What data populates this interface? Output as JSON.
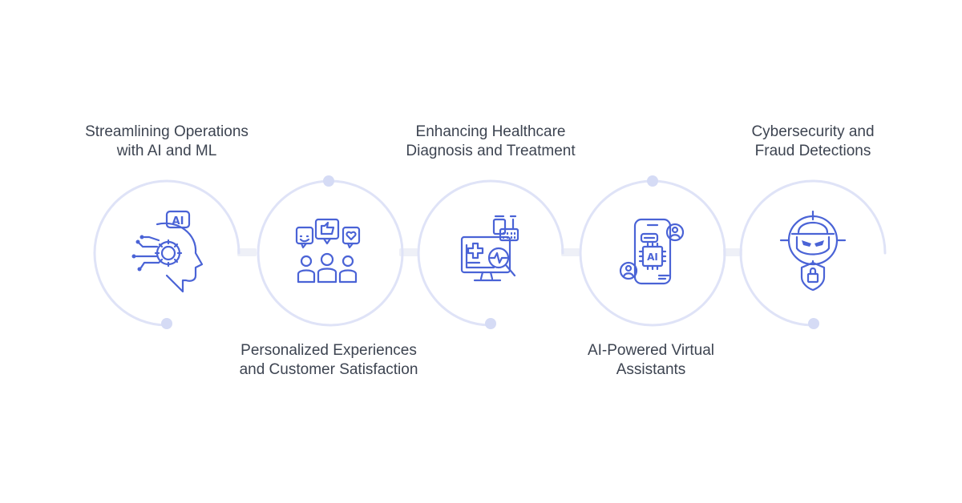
{
  "steps": [
    {
      "line1": "Streamlining Operations",
      "line2": "with AI and ML",
      "icon": "ai-head-gear-icon",
      "label_position": "top"
    },
    {
      "line1": "Personalized Experiences",
      "line2": "and Customer Satisfaction",
      "icon": "people-feedback-icon",
      "label_position": "bottom"
    },
    {
      "line1": "Enhancing Healthcare",
      "line2": "Diagnosis and Treatment",
      "icon": "medical-monitor-icon",
      "label_position": "top"
    },
    {
      "line1": "AI-Powered Virtual",
      "line2": "Assistants",
      "icon": "ai-phone-assistant-icon",
      "label_position": "bottom"
    },
    {
      "line1": "Cybersecurity and",
      "line2": "Fraud Detections",
      "icon": "hacker-shield-icon",
      "label_position": "top"
    }
  ],
  "icon_text": {
    "ai": "AI"
  },
  "colors": {
    "icon": "#4a63d6",
    "ring": "#dfe3f7",
    "dot": "#d5dbf5",
    "text": "#3d4451"
  }
}
